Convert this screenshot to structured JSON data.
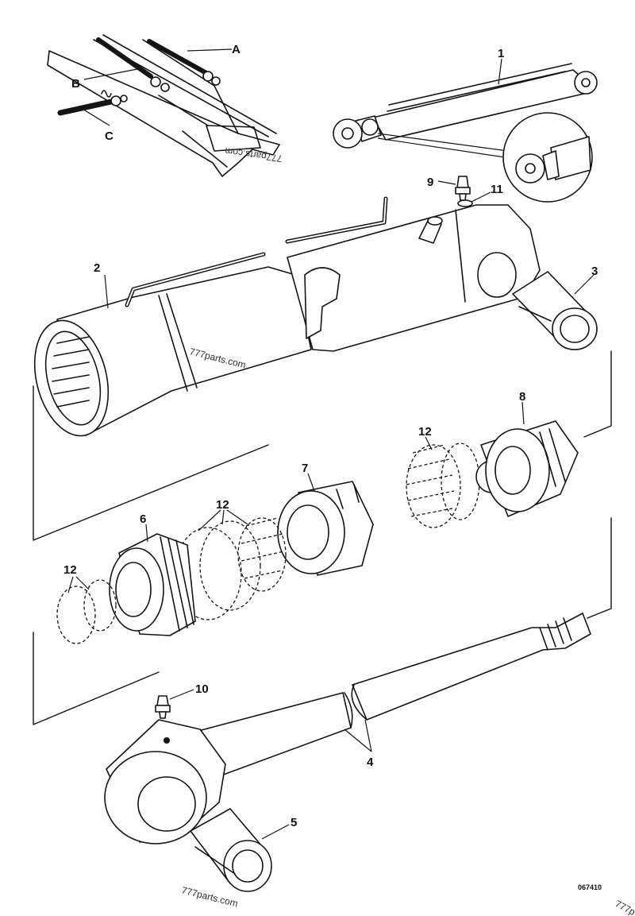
{
  "callouts": {
    "A": "A",
    "B": "B",
    "C": "C",
    "p1": "1",
    "p2": "2",
    "p3": "3",
    "p4": "4",
    "p5": "5",
    "p6": "6",
    "p7": "7",
    "p8": "8",
    "p9": "9",
    "p10": "10",
    "p11": "11",
    "p12a": "12",
    "p12b": "12",
    "p12c": "12"
  },
  "watermarks": {
    "top": "777parts.com",
    "middle": "777parts.com",
    "bottom": "777parts.com",
    "corner": "777p"
  },
  "drawing_code": "067410"
}
